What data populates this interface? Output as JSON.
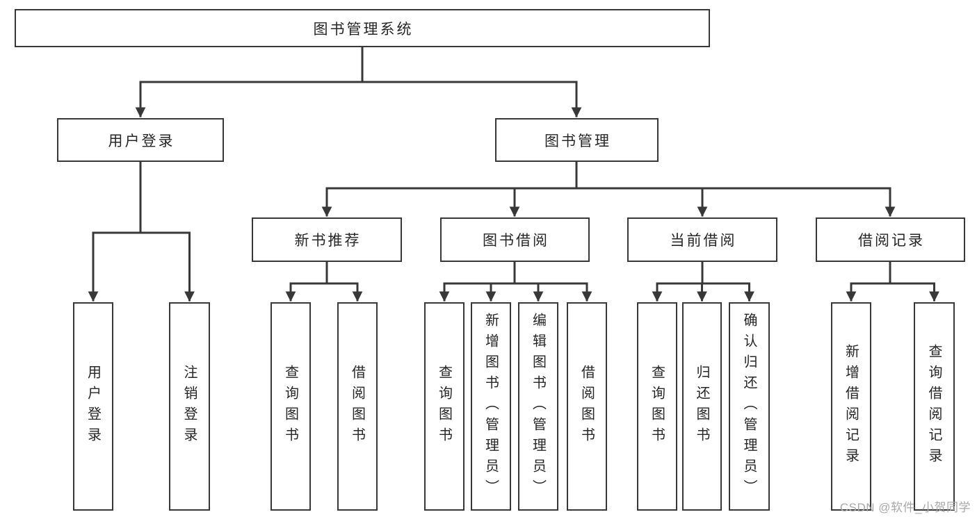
{
  "tree": {
    "root": {
      "label": "图书管理系统",
      "children": [
        {
          "label": "用户登录",
          "children": [
            {
              "label": "用户登录"
            },
            {
              "label": "注销登录"
            }
          ]
        },
        {
          "label": "图书管理",
          "children": [
            {
              "label": "新书推荐",
              "children": [
                {
                  "label": "查询图书"
                },
                {
                  "label": "借阅图书"
                }
              ]
            },
            {
              "label": "图书借阅",
              "children": [
                {
                  "label": "查询图书"
                },
                {
                  "label": "新增图书（管理员）"
                },
                {
                  "label": "编辑图书（管理员）"
                },
                {
                  "label": "借阅图书"
                }
              ]
            },
            {
              "label": "当前借阅",
              "children": [
                {
                  "label": "查询图书"
                },
                {
                  "label": "归还图书"
                },
                {
                  "label": "确认归还（管理员）"
                }
              ]
            },
            {
              "label": "借阅记录",
              "children": [
                {
                  "label": "新增借阅记录"
                },
                {
                  "label": "查询借阅记录"
                }
              ]
            }
          ]
        }
      ]
    }
  },
  "watermark": {
    "text": "CSDN @软件_小贺同学"
  },
  "colors": {
    "line": "#383838",
    "box_border": "#383838",
    "text": "#262626",
    "watermark": "#a8a8a8",
    "background": "#ffffff"
  }
}
